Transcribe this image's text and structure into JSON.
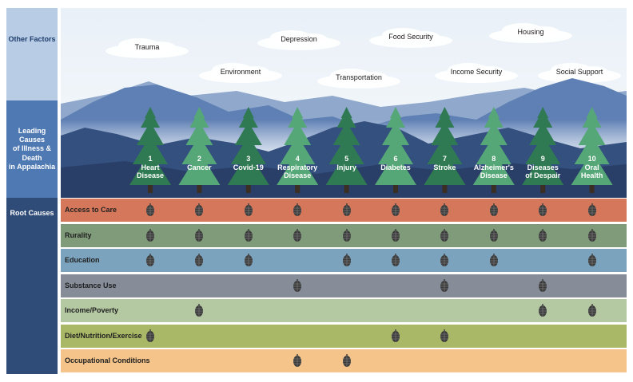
{
  "side_labels": {
    "other": "Other Factors",
    "leading": [
      "Leading Causes",
      "of Illness &",
      "Death",
      "in Appalachia"
    ],
    "root": "Root Causes"
  },
  "clouds": [
    "Trauma",
    "Environment",
    "Depression",
    "Food Security",
    "Transportation",
    "Income Security",
    "Housing",
    "Social Support"
  ],
  "causes": [
    {
      "num": "1",
      "lines": [
        "Heart",
        "Disease"
      ],
      "shade": "dark"
    },
    {
      "num": "2",
      "lines": [
        "Cancer"
      ],
      "shade": "light"
    },
    {
      "num": "3",
      "lines": [
        "Covid-19"
      ],
      "shade": "dark"
    },
    {
      "num": "4",
      "lines": [
        "Respiratory",
        "Disease"
      ],
      "shade": "light"
    },
    {
      "num": "5",
      "lines": [
        "Injury"
      ],
      "shade": "dark"
    },
    {
      "num": "6",
      "lines": [
        "Diabetes"
      ],
      "shade": "light"
    },
    {
      "num": "7",
      "lines": [
        "Stroke"
      ],
      "shade": "dark"
    },
    {
      "num": "8",
      "lines": [
        "Alzheimer's",
        "Disease"
      ],
      "shade": "light"
    },
    {
      "num": "9",
      "lines": [
        "Diseases",
        "of Despair"
      ],
      "shade": "dark"
    },
    {
      "num": "10",
      "lines": [
        "Oral",
        "Health"
      ],
      "shade": "light"
    }
  ],
  "root_causes": [
    {
      "label": "Access to Care",
      "color": "#d4775a",
      "marks": [
        1,
        1,
        1,
        1,
        1,
        1,
        1,
        1,
        1,
        1
      ]
    },
    {
      "label": "Rurality",
      "color": "#7f9b79",
      "marks": [
        1,
        1,
        1,
        1,
        1,
        1,
        1,
        1,
        1,
        1
      ]
    },
    {
      "label": "Education",
      "color": "#7ba3bd",
      "marks": [
        1,
        1,
        1,
        0,
        1,
        1,
        1,
        1,
        0,
        1
      ]
    },
    {
      "label": "Substance Use",
      "color": "#868d99",
      "marks": [
        0,
        0,
        0,
        1,
        0,
        0,
        1,
        0,
        1,
        0
      ]
    },
    {
      "label": "Income/Poverty",
      "color": "#b4c9a2",
      "marks": [
        0,
        1,
        0,
        0,
        0,
        0,
        0,
        0,
        1,
        1
      ]
    },
    {
      "label": "Diet/Nutrition/Exercise",
      "color": "#a9b867",
      "marks": [
        1,
        0,
        0,
        0,
        0,
        1,
        1,
        0,
        0,
        0
      ]
    },
    {
      "label": "Occupational Conditions",
      "color": "#f4c48a",
      "marks": [
        0,
        0,
        0,
        1,
        1,
        0,
        0,
        0,
        0,
        0
      ]
    }
  ],
  "colors": {
    "tree_dark": "#2f7a52",
    "tree_light": "#56a777",
    "pinecone": "#3a3a3a"
  }
}
